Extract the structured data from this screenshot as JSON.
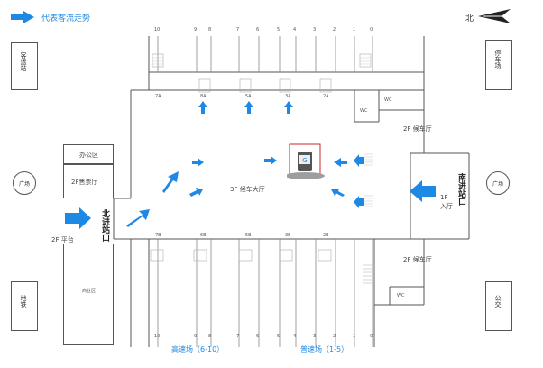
{
  "legend": {
    "label": "代表客流走势",
    "color": "#1e88e5"
  },
  "north": {
    "label": "北"
  },
  "outside": {
    "left_top": "客运站",
    "right_top": "停车场",
    "left_bottom": "地铁",
    "right_bottom": "公交",
    "plaza_left": "广场",
    "plaza_right": "广场"
  },
  "entrances": {
    "north": "北进站口",
    "south": "南进站口"
  },
  "rooms": {
    "office": "办公区",
    "ticket": "2F售票厅",
    "commercial": "商业区",
    "wc_top": "WC",
    "wc_bottom": "WC",
    "mid_room": "WC"
  },
  "areas": {
    "waiting_3f": "3F  候车大厅",
    "waiting_2f_top": "2F  候车厅",
    "waiting_2f_bottom": "2F  候车厅",
    "platform_2f": "2F  平台",
    "hall_1f": "1F\n入厅"
  },
  "platforms": {
    "top_numbers": [
      "10",
      "9",
      "8",
      "7",
      "6",
      "5",
      "4",
      "3",
      "2",
      "1",
      "0"
    ],
    "bottom_numbers": [
      "10",
      "9",
      "8",
      "7",
      "6",
      "5",
      "4",
      "3",
      "2",
      "1",
      "0"
    ],
    "top_gates": [
      "7A",
      "8A",
      "5A",
      "3A",
      "2A"
    ],
    "bottom_gates": [
      "7B",
      "6B",
      "5B",
      "3B",
      "2B"
    ]
  },
  "bottom_labels": {
    "left": "高速场（6-10）",
    "right": "普速场（1-5）"
  },
  "colors": {
    "arrow": "#1e88e5",
    "line": "#555555",
    "gray": "#9e9e9e",
    "kiosk_red": "#c62828"
  }
}
